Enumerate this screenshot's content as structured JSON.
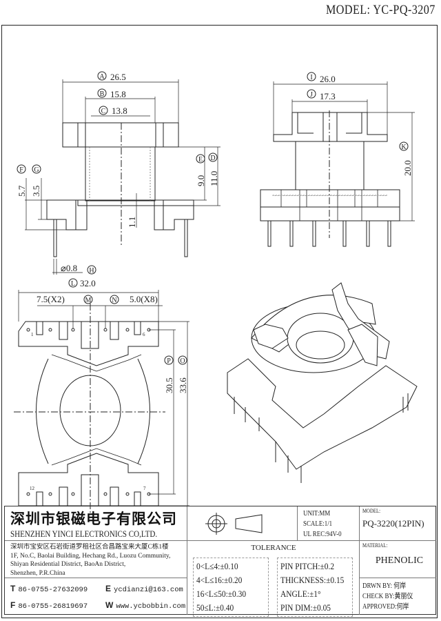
{
  "model_header": "MODEL: YC-PQ-3207",
  "front_view": {
    "A": "26.5",
    "B": "15.8",
    "C": "13.8",
    "D": "11.0",
    "E": "9.0",
    "F": "5.7",
    "G": "3.5",
    "H": "⌀0.8",
    "center": "1.1"
  },
  "side_view": {
    "I": "26.0",
    "J": "17.3",
    "K": "20.0"
  },
  "bottom_view": {
    "L": "32.0",
    "pitch_x2": "7.5(X2)",
    "pitch_x8": "5.0(X8)",
    "P": "30.5",
    "O": "33.6",
    "pin1": "1",
    "pin6": "6",
    "pin7": "7",
    "pin12": "12",
    "M": "M",
    "N": "N"
  },
  "title_block": {
    "company_cn": "深圳市银磁电子有限公司",
    "company_en": "SHENZHEN YINCI ELECTRONICS CO,LTD.",
    "address": [
      "深圳市宝安区石岩街道罗租社区合昌路宝来大厦C栋1楼",
      "1F, No.C, Baolai Building, Hechang Rd., Luozu Community,",
      "Shiyan Residential District, BaoAn District,",
      "Shenzhen, P.R.China"
    ],
    "tel_label": "T",
    "tel": "86-0755-27632099",
    "fax_label": "F",
    "fax": "86-0755-26819697",
    "email_label": "E",
    "email": "ycdianzi@163.com",
    "web_label": "W",
    "web": "www.ycbobbin.com",
    "unit": "UNIT:MM",
    "scale": "SCALE:1/1",
    "ul": "UL REC:94V-0",
    "model_label": "MODEL:",
    "model": "PQ-3220(12PIN)",
    "material_label": "MATERIAL:",
    "material": "PHENOLIC",
    "tolerance_title": "TOLERANCE",
    "tolerances": [
      "0<L≤4:±0.10",
      "4<L≤16:±0.20",
      "16<L≤50:±0.30",
      "50≤L:±0.40"
    ],
    "tolerances2": [
      "PIN PITCH:±0.2",
      "THICKNESS:±0.15",
      "ANGLE:±1°",
      "PIN DIM:±0.05"
    ],
    "drawn": "DRWN BY: 何岸",
    "check": "CHECK BY:黄丽仪",
    "approved": "APPROVED:何岸"
  }
}
